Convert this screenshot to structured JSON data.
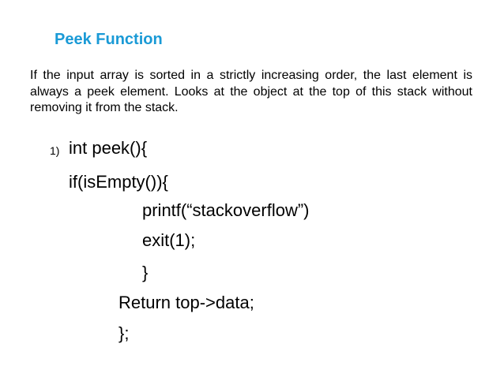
{
  "slide": {
    "title": "Peek Function",
    "description": "If the input array is sorted in a strictly increasing order, the last element is always a peek element. Looks at the object at the top of this stack without removing it from the stack.",
    "list_marker": "1)",
    "code_lines": [
      "int peek(){",
      "if(isEmpty()){",
      "printf(“stackoverflow”)",
      "exit(1);",
      "}",
      "Return top->data;",
      "};"
    ],
    "colors": {
      "title": "#1a9ad6",
      "text": "#000000",
      "background": "#ffffff"
    }
  }
}
